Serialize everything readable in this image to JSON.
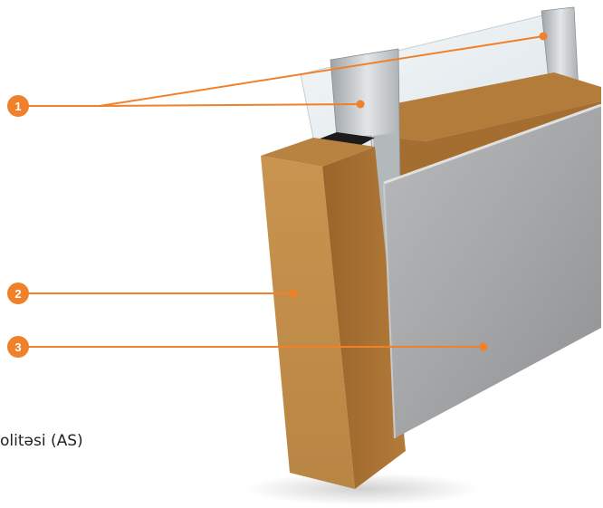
{
  "diagram": {
    "caption_fragment": "olitəsi (AS)",
    "callouts": [
      {
        "number": "1"
      },
      {
        "number": "2"
      },
      {
        "number": "3"
      }
    ],
    "colors": {
      "callout_orange": "#f0802a",
      "wood_front": "#c58f4a",
      "wood_side": "#a8712f",
      "wood_top": "#b07a3c",
      "panel_gray": "#a8a9ab",
      "panel_edge": "#d7d8d9",
      "metal": "#c9cdd0",
      "glass": "#e6eef2"
    }
  }
}
